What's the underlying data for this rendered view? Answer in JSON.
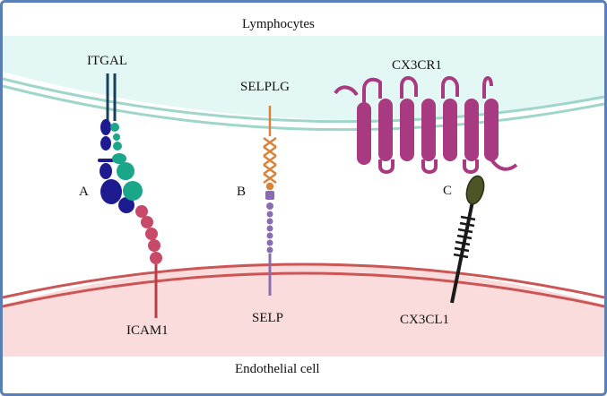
{
  "regions": {
    "top_label": "Lymphocytes",
    "bottom_label": "Endothelial cell"
  },
  "panels": {
    "a": "A",
    "b": "B",
    "c": "C"
  },
  "molecules": {
    "itgal": "ITGAL",
    "icam1": "ICAM1",
    "selplg": "SELPLG",
    "selp": "SELP",
    "cx3cr1": "CX3CR1",
    "cx3cl1": "CX3CL1"
  },
  "colors": {
    "frame": "#5a7fb6",
    "lymphocyte_fill": "#e3f7f4",
    "lymphocyte_membrane": "#9fd6cc",
    "endothelial_fill": "#fbdcdc",
    "endothelial_membrane": "#cc5555",
    "itgal_dark": "#1d1b8f",
    "itgal_green": "#1aa689",
    "icam1": "#c94a68",
    "selplg": "#d9823a",
    "selp": "#8a6cb0",
    "cx3cr1": "#a83a82",
    "cx3cl1_head": "#4b5526",
    "cx3cl1_stalk": "#1a1a1a"
  }
}
